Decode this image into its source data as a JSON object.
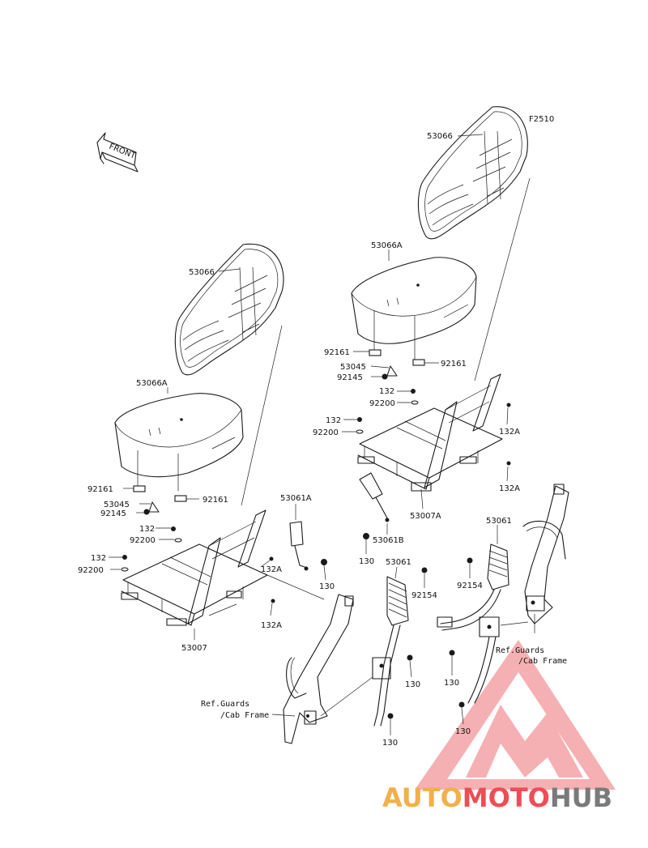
{
  "figure_code": "F2510",
  "front_arrow_label": "FRONT",
  "left_seat": {
    "seat_back": "53066",
    "seat_cushion": "53066A",
    "bracket_left": "92161",
    "bracket_right": "92161",
    "latch": "53045",
    "spring": "92145",
    "bolt_upper": "132",
    "washer_upper": "92200",
    "bolt_lower": "132",
    "washer_lower": "92200",
    "screw_right_upper": "132A",
    "screw_right_lower": "132A",
    "frame": "53007"
  },
  "right_seat": {
    "seat_back": "53066",
    "seat_cushion": "53066A",
    "bracket_left": "92161",
    "bracket_right": "92161",
    "latch": "53045",
    "spring": "92145",
    "bolt_upper": "132",
    "washer_upper": "92200",
    "bolt_lower": "132",
    "washer_lower": "92200",
    "screw_right_upper": "132A",
    "screw_right_lower": "132A",
    "frame": "53007A"
  },
  "center_belts": {
    "buckle_left": "53061A",
    "bolt_left": "130",
    "buckle_right": "53061B",
    "bolt_right": "130"
  },
  "left_belt": {
    "retractor": "53061",
    "nut": "92154",
    "bolt_mid": "130",
    "bolt_low": "130",
    "ref_line1": "Ref.Guards",
    "ref_line2": "/Cab Frame"
  },
  "right_belt": {
    "retractor": "53061",
    "nut": "92154",
    "bolt_mid": "130",
    "bolt_low": "130",
    "ref_line1": "Ref.Guards",
    "ref_line2": "/Cab Frame"
  },
  "watermark": {
    "part1": "AUTO",
    "part2": "MOTO",
    "part3": "HUB",
    "colors": {
      "auto": "#f2b04a",
      "moto": "#ef4d55",
      "hub": "#7a7a7a",
      "logo": "#ef4d55"
    }
  }
}
